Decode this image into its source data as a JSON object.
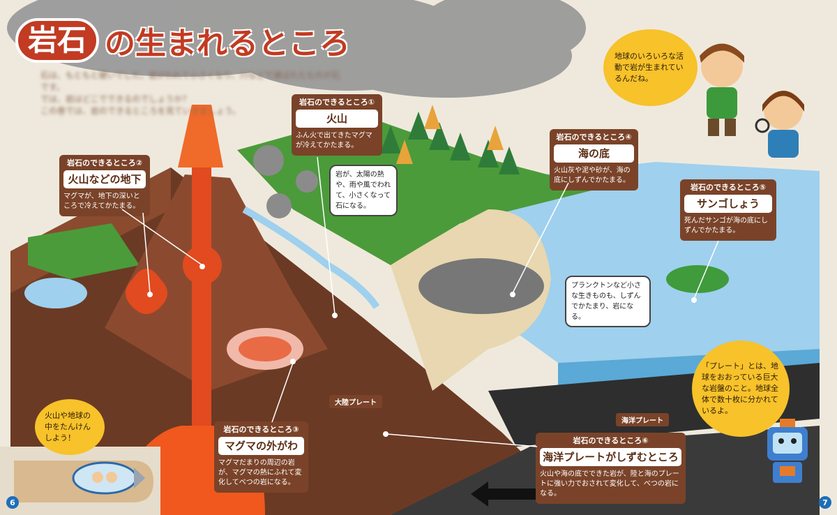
{
  "title": {
    "badge": "岩石",
    "rest": "の生まれるところ"
  },
  "intro": {
    "lines": [
      "石は、もともと硬いでした。岩がわれて小さくなり、川などで運ばれたものが石です。",
      "では、岩はどこでできるのでしょうか？",
      "この巻では、岩のできるところを見ていきましょう。"
    ]
  },
  "boxes": {
    "volcano": {
      "cap": "岩石のできるところ①",
      "head": "火山",
      "body": "ふん火で出てきたマグマが冷えてかたまる。"
    },
    "underground": {
      "cap": "岩石のできるところ②",
      "head": "火山などの地下",
      "body": "マグマが、地下の深いところで冷えてかたまる。"
    },
    "magma_edge": {
      "cap": "岩石のできるところ③",
      "head": "マグマの外がわ",
      "body": "マグマだまりの周辺の岩が、マグマの熱にふれて変化してべつの岩になる。"
    },
    "sea_floor": {
      "cap": "岩石のできるところ④",
      "head": "海の底",
      "body": "火山灰や泥や砂が、海の底にしずんでかたまる。"
    },
    "coral": {
      "cap": "岩石のできるところ⑤",
      "head": "サンゴしょう",
      "body": "死んだサンゴが海の底にしずんでかたまる。"
    },
    "plate_sink": {
      "cap": "岩石のできるところ⑥",
      "head": "海洋プレートがしずむところ",
      "body": "火山や海の底でできた岩が、陸と海のプレートに強い力でおされて変化して、べつの岩になる。"
    }
  },
  "bubbles": {
    "weathering": "岩が、太陽の熱や、雨や風でわれて、小さくなって石になる。",
    "plankton": "プランクトンなど小さな生きものも、しずんでかたまり、岩になる。"
  },
  "speech": {
    "boy": "地球のいろいろな活動で岩が生まれているんだね。",
    "robot": "「プレート」とは、地球をおおっている巨大な岩盤のこと。地球全体で数十枚に分かれているよ。",
    "explore": "火山や地球の中をたんけんしよう！"
  },
  "plates": {
    "continental": "大陸プレート",
    "oceanic": "海洋プレート"
  },
  "pages": {
    "left": "6",
    "right": "7"
  },
  "colors": {
    "accent": "#c23b22",
    "box": "#7a4329",
    "yellow": "#f7c22a",
    "sea": "#9fd0ee"
  }
}
